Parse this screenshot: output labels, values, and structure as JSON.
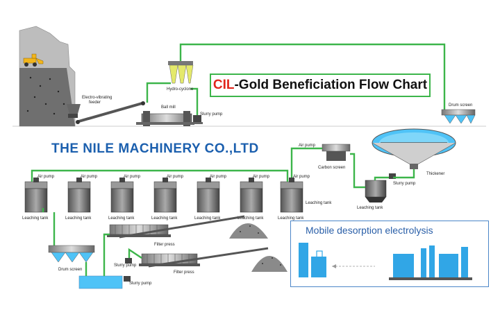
{
  "title": {
    "highlight": "CIL",
    "rest": "-Gold Beneficiation Flow Chart"
  },
  "company": "THE NILE MACHINERY CO.,LTD",
  "mobile_section": {
    "title": "Mobile desorption electrolysis"
  },
  "labels": {
    "electro_feeder_1": "Electro-vibrating",
    "electro_feeder_2": "feeder",
    "ball_mill": "Ball mill",
    "hydrocyclone": "Hydro-cyclone",
    "slurry_pump_top": "Slurry pump",
    "drum_screen_top": "Drum screen",
    "air_pump_carbon": "Air pump",
    "carbon_screen": "Carbon screen",
    "thickener": "Thickener",
    "slurry_pump_right": "Slurry pump",
    "leaching_tank_right": "Leaching tank",
    "leaching_tank_row": "Leaching tank",
    "air_pump_row": "Air pump",
    "filter_press_1": "Filter press",
    "filter_press_2": "Filter press",
    "drum_screen_bottom": "Drum screen",
    "slurry_pump_bottom_1": "Slurry pump",
    "slurry_pump_bottom_2": "Slurry pump"
  },
  "colors": {
    "pipe": "#3cb54a",
    "title_red": "#e1261c",
    "company_blue": "#1b5fae",
    "mobile_blue": "#2a5fa8",
    "water": "#4fc3f7"
  }
}
